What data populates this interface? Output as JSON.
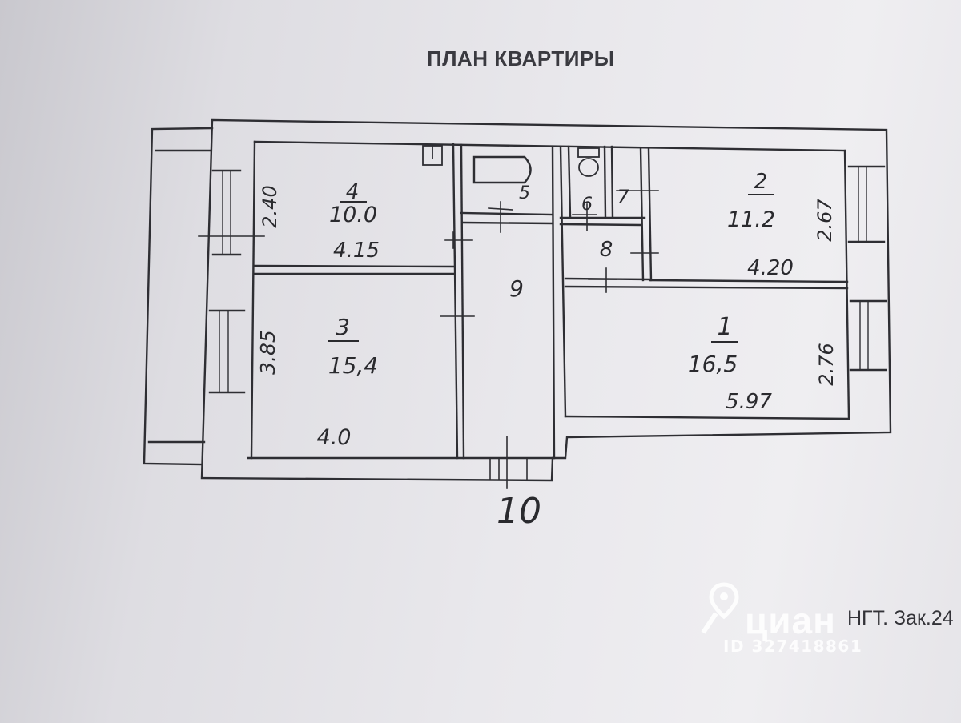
{
  "title": "ПЛАН КВАРТИРЫ",
  "rooms": [
    {
      "number": "1",
      "area": "16,5",
      "length": "5.97",
      "width": "2.76"
    },
    {
      "number": "2",
      "area": "11.2",
      "length": "4.20",
      "width": "2.67"
    },
    {
      "number": "3",
      "area": "15,4",
      "length": "4.0",
      "width": "3.85"
    },
    {
      "number": "4",
      "area": "10.0",
      "length": "4.15",
      "width": "2.40"
    },
    {
      "number": "5"
    },
    {
      "number": "6"
    },
    {
      "number": "7"
    },
    {
      "number": "8"
    },
    {
      "number": "9"
    },
    {
      "number": "10"
    }
  ],
  "stamp_text": "НГТ. Зак.24",
  "watermark": {
    "brand": "циан",
    "listing_id": "ID 327418861",
    "icon": "map-pin-icon"
  },
  "colors": {
    "background": "#e6e5e9",
    "lines": "#2a2a2e",
    "watermark": "#ffffff"
  }
}
